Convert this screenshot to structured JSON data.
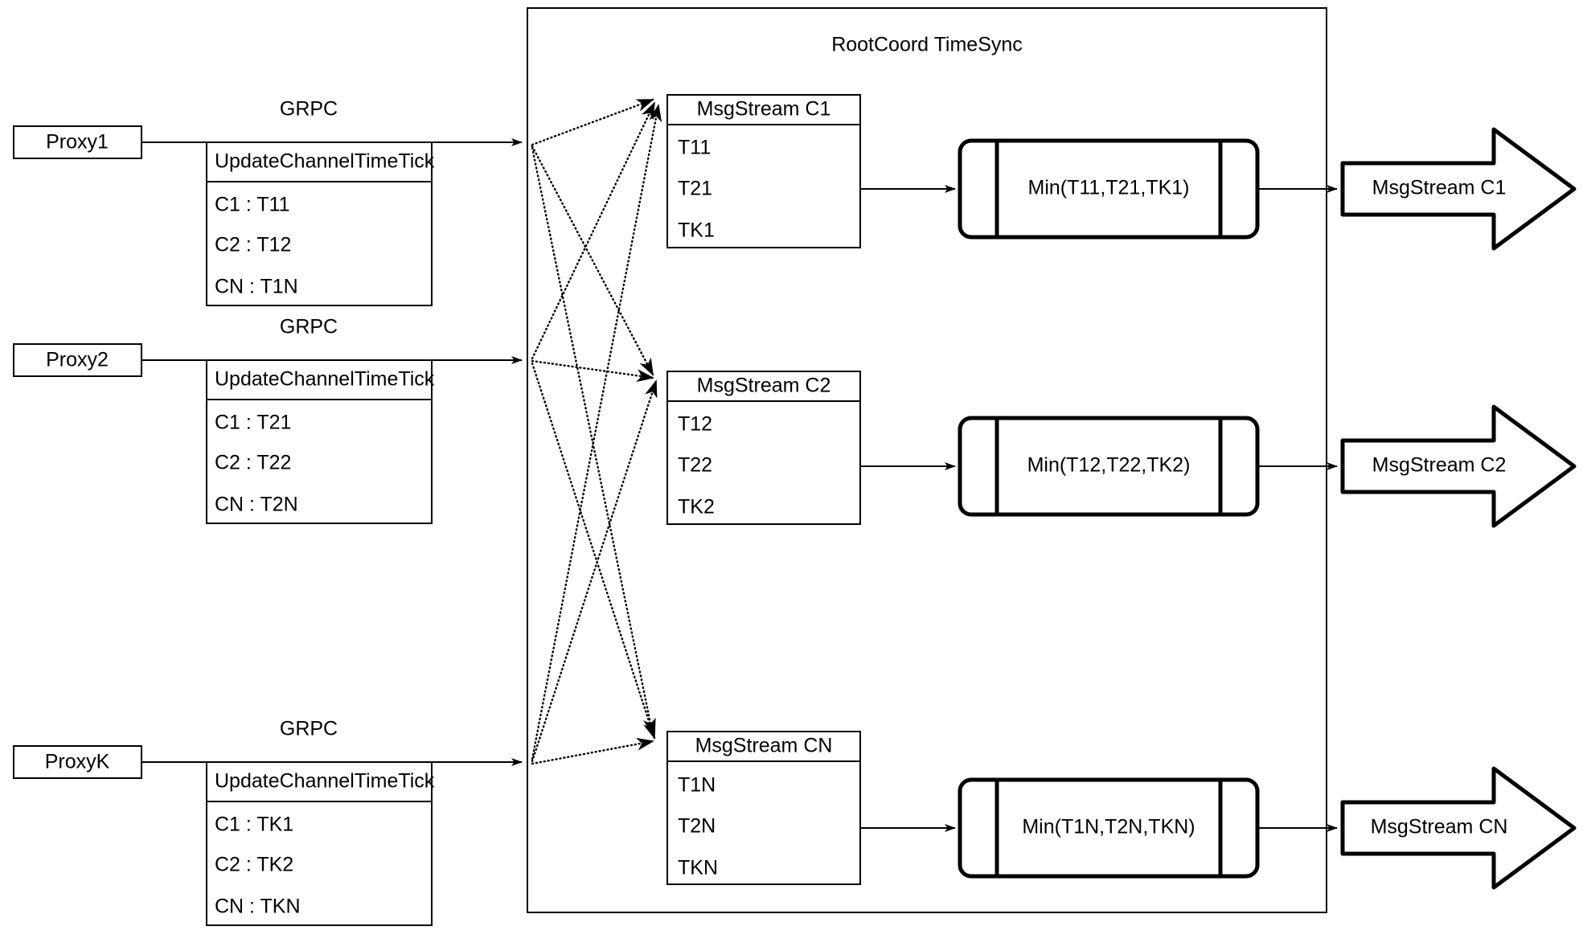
{
  "container": {
    "title": "RootCoord TimeSync"
  },
  "rows": [
    {
      "proxy": "Proxy1",
      "edge_label": "GRPC",
      "request": {
        "title": "UpdateChannelTimeTick",
        "entries": [
          "C1 :  T11",
          "C2 :  T12",
          "CN : T1N"
        ]
      },
      "msgstream": {
        "title": "MsgStream C1",
        "entries": [
          "T11",
          "T21",
          "TK1"
        ]
      },
      "min_label": "Min(T11,T21,TK1)",
      "output": "MsgStream C1"
    },
    {
      "proxy": "Proxy2",
      "edge_label": "GRPC",
      "request": {
        "title": "UpdateChannelTimeTick",
        "entries": [
          "C1 :  T21",
          "C2 :  T22",
          "CN : T2N"
        ]
      },
      "msgstream": {
        "title": "MsgStream C2",
        "entries": [
          "T12",
          "T22",
          "TK2"
        ]
      },
      "min_label": "Min(T12,T22,TK2)",
      "output": "MsgStream C2"
    },
    {
      "proxy": "ProxyK",
      "edge_label": "GRPC",
      "request": {
        "title": "UpdateChannelTimeTick",
        "entries": [
          "C1 :  TK1",
          "C2 :  TK2",
          "CN : TKN"
        ]
      },
      "msgstream": {
        "title": "MsgStream CN",
        "entries": [
          "T1N",
          "T2N",
          "TKN"
        ]
      },
      "min_label": "Min(T1N,T2N,TKN)",
      "output": "MsgStream CN"
    }
  ],
  "colors": {
    "stroke": "#000000",
    "fill": "#ffffff",
    "background": "#ffffff"
  }
}
